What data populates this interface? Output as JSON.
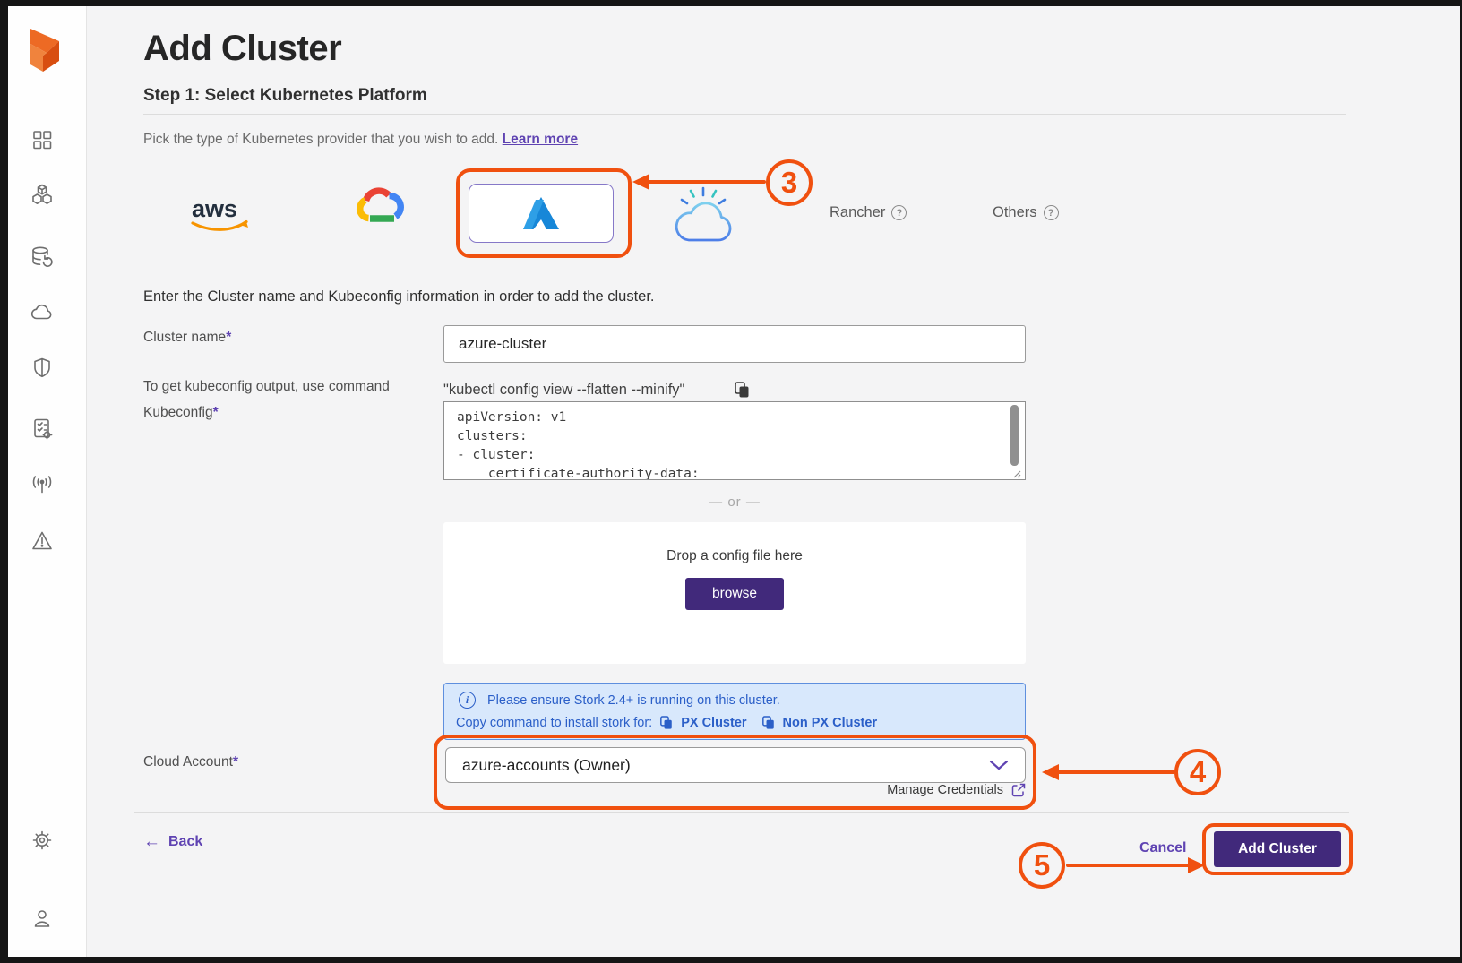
{
  "header": {
    "title": "Add Cluster",
    "step": "Step 1: Select Kubernetes Platform",
    "description": "Pick the type of Kubernetes provider that you wish to add.",
    "learn_more": "Learn more"
  },
  "providers": {
    "aws_label": "aws",
    "rancher_label": "Rancher",
    "others_label": "Others"
  },
  "form": {
    "section_heading": "Enter the Cluster name and Kubeconfig information in order to add the cluster.",
    "cluster_name_label": "Cluster name",
    "required_mark": "*",
    "cluster_name_value": "azure-cluster",
    "kubeconfig_cmd_label": "To get kubeconfig output, use command",
    "kubeconfig_cmd": "\"kubectl config view --flatten --minify\"",
    "kubeconfig_label": "Kubeconfig",
    "kubeconfig_value": "apiVersion: v1\nclusters:\n- cluster:\n    certificate-authority-data:",
    "or_text": "— or —",
    "drop_text": "Drop a config file here",
    "browse_label": "browse",
    "alert_line1": "Please ensure Stork 2.4+ is running on this cluster.",
    "alert_line2_prefix": "Copy command to install stork for:",
    "alert_px_link": "PX Cluster",
    "alert_non_px_link": "Non PX Cluster",
    "cloud_account_label": "Cloud Account",
    "cloud_account_value": "azure-accounts (Owner)",
    "manage_credentials": "Manage Credentials"
  },
  "footer": {
    "back": "Back",
    "cancel": "Cancel",
    "add_cluster": "Add Cluster"
  },
  "annotations": {
    "n3": "3",
    "n4": "4",
    "n5": "5"
  },
  "icons": {
    "info_glyph": "i",
    "question_glyph": "?",
    "back_arrow": "←"
  },
  "colors": {
    "annotation_orange": "#F0500F",
    "primary_purple": "#41297B",
    "link_purple": "#5F43B2",
    "alert_blue": "#2B5FC8",
    "azure_blue": "#1787D8"
  }
}
